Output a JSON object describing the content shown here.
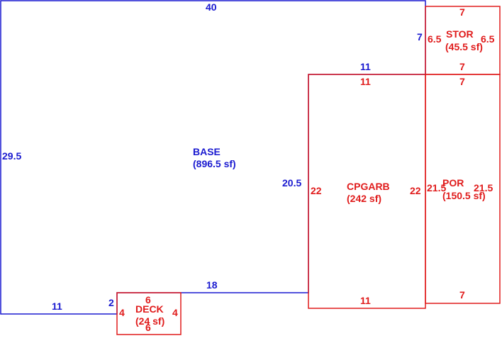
{
  "colors": {
    "base": "#1a1ad0",
    "addition": "#e01b1b"
  },
  "areas": {
    "base": {
      "name": "BASE",
      "area": "(896.5 sf)"
    },
    "cpgarb": {
      "name": "CPGARB",
      "area": "(242 sf)"
    },
    "stor": {
      "name": "STOR",
      "area": "(45.5 sf)"
    },
    "por": {
      "name": "POR",
      "area": "(150.5 sf)"
    },
    "deck": {
      "name": "DECK",
      "area": "(24 sf)"
    }
  },
  "dimensions": {
    "base_top": "40",
    "base_left": "29.5",
    "base_bottom_left": "11",
    "base_step": "2",
    "base_bottom_mid": "18",
    "base_right_inner": "20.5",
    "base_notch_top": "11",
    "base_stor_side": "7",
    "cpgarb_top": "11",
    "cpgarb_left": "22",
    "cpgarb_right": "22",
    "cpgarb_bottom": "11",
    "stor_top": "7",
    "stor_left": "6.5",
    "stor_right": "6.5",
    "stor_bottom": "7",
    "por_top": "7",
    "por_left": "21.5",
    "por_right": "21.5",
    "por_bottom": "7",
    "deck_top": "6",
    "deck_left": "4",
    "deck_right": "4",
    "deck_bottom": "6"
  }
}
